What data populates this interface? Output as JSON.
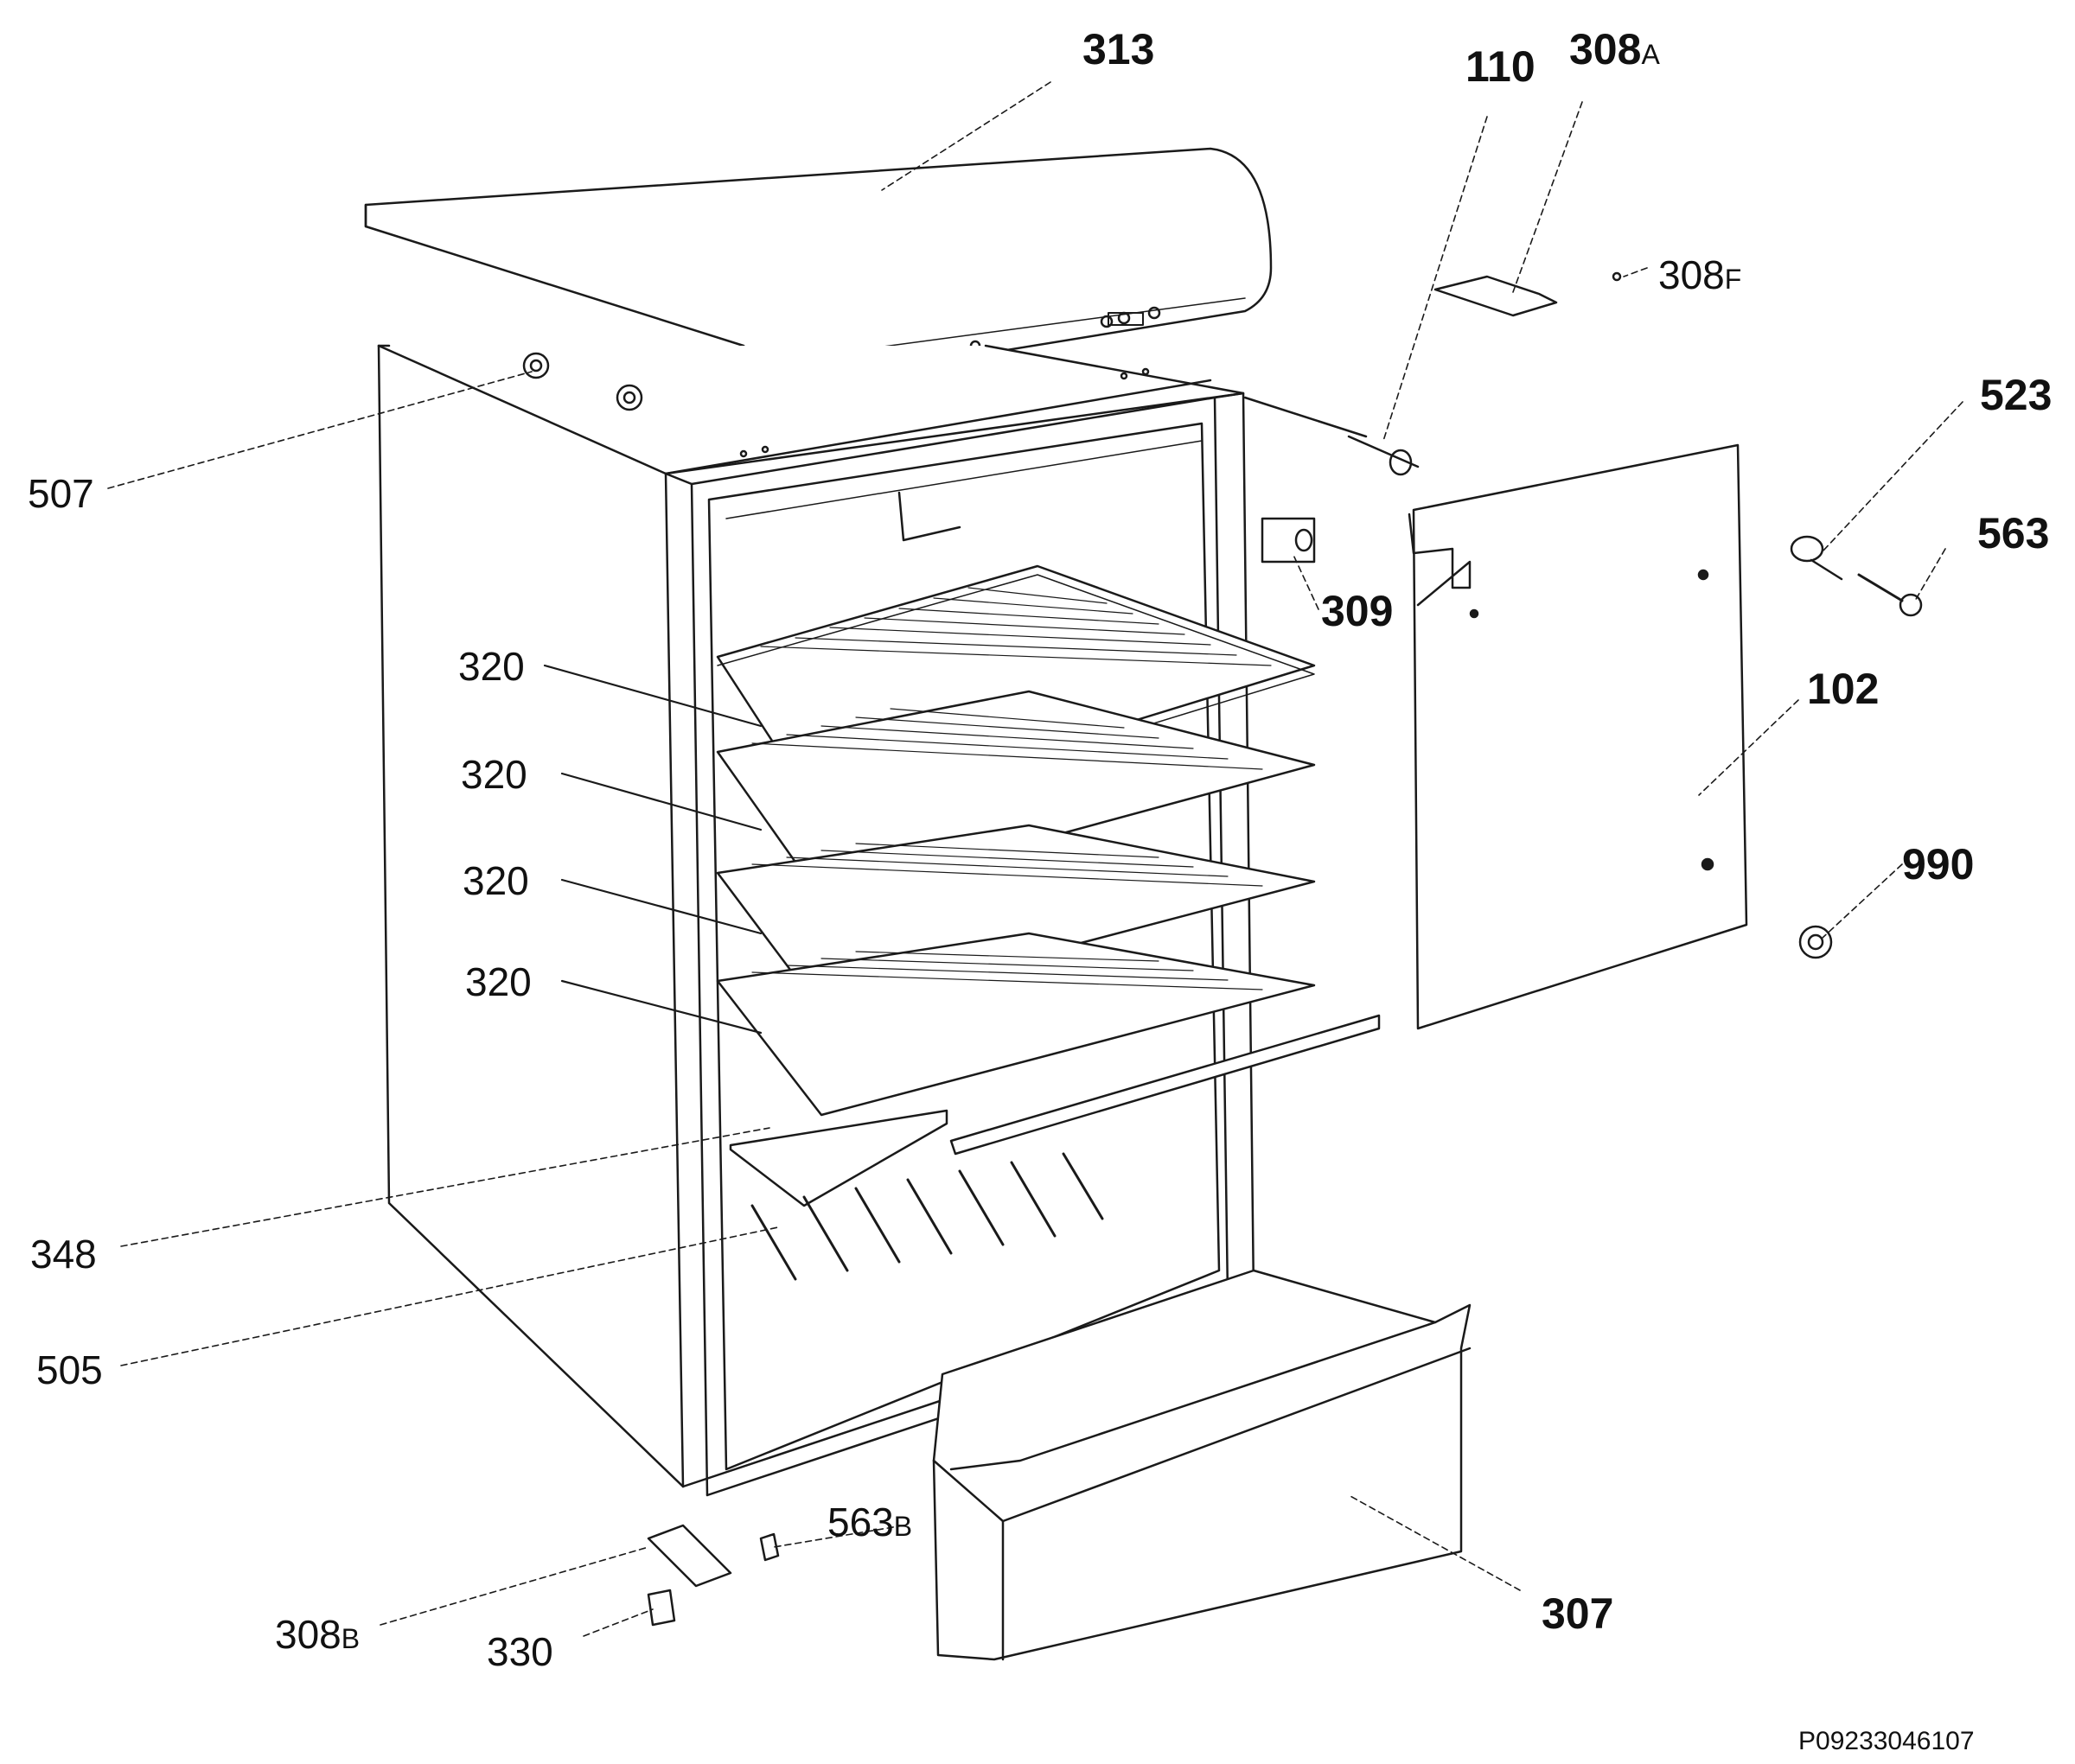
{
  "labels": {
    "l313": "313",
    "l110": "110",
    "l308a": {
      "num": "308",
      "suffix": "A"
    },
    "l308f": {
      "num": "308",
      "suffix": "F"
    },
    "l507": "507",
    "l523": "523",
    "l563": "563",
    "l309": "309",
    "l102": "102",
    "l320a": "320",
    "l320b": "320",
    "l320c": "320",
    "l320d": "320",
    "l990": "990",
    "l348": "348",
    "l505": "505",
    "l563b": {
      "num": "563",
      "suffix": "B"
    },
    "l307": "307",
    "l308b": {
      "num": "308",
      "suffix": "B"
    },
    "l330": "330"
  },
  "diagram_code": "P09233046107"
}
